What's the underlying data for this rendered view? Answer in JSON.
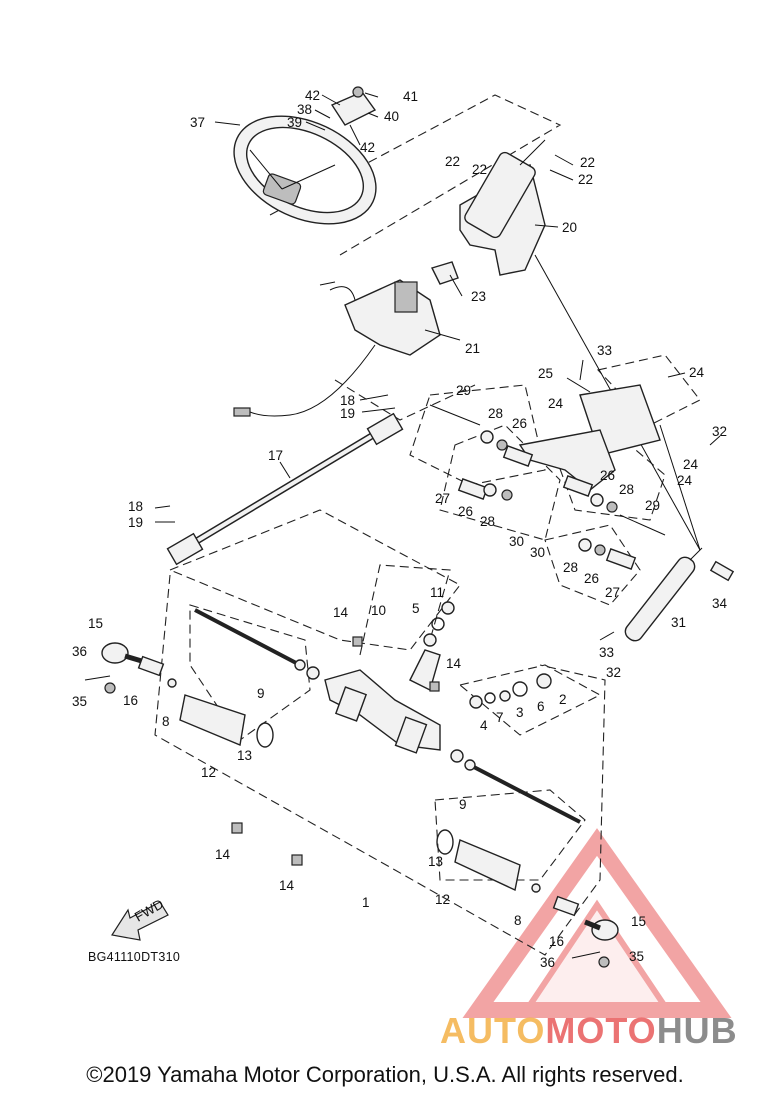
{
  "diagram": {
    "code": "BG41110DT310",
    "fwd_label": "FWD",
    "part_numbers": [
      "1",
      "2",
      "3",
      "4",
      "5",
      "6",
      "7",
      "8",
      "9",
      "10",
      "11",
      "12",
      "13",
      "14",
      "15",
      "16",
      "17",
      "18",
      "19",
      "20",
      "21",
      "22",
      "23",
      "24",
      "25",
      "26",
      "27",
      "28",
      "29",
      "30",
      "31",
      "32",
      "33",
      "34",
      "35",
      "36",
      "37",
      "38",
      "39",
      "40",
      "41",
      "42"
    ]
  },
  "copyright": "©2019 Yamaha Motor Corporation, U.S.A. All rights reserved.",
  "watermark": {
    "part1": "AUTO",
    "part2": "MOTO",
    "part3": "HUB",
    "colors": {
      "auto": "#f3b046",
      "moto": "#e85a5a",
      "hub": "#787878"
    }
  }
}
